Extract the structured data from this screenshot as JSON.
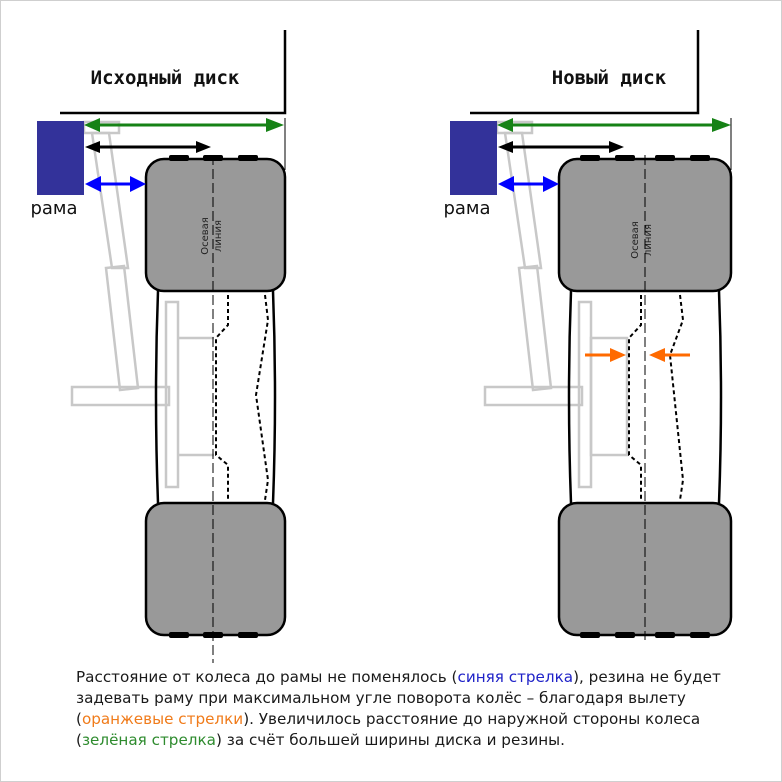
{
  "left": {
    "title": "Исходный диск",
    "frame_label": "рама",
    "axis_label_1": "Осевая",
    "axis_label_2": "линия"
  },
  "right": {
    "title": "Новый диск",
    "frame_label": "рама",
    "axis_label_1": "Осевая",
    "axis_label_2": "линия"
  },
  "caption": {
    "part1": "Расстояние от колеса до рамы не поменялось (",
    "blue": "синяя стрелка",
    "part2": "), резина не будет задевать раму при максимальном угле поворота колёс – благодаря вылету (",
    "orange": "оранжевые стрелки",
    "part3": "). Увеличилось расстояние до наружной стороны колеса (",
    "green": "зелёная стрелка",
    "part4": ") за счёт большей ширины диска и резины."
  },
  "colors": {
    "frame": "#33329a",
    "tire": "#999999",
    "suspension": "#c8c8c8",
    "blue_arrow": "#0000ff",
    "black_arrow": "#000000",
    "green_arrow": "#168216",
    "orange_arrow": "#ff6a00"
  }
}
